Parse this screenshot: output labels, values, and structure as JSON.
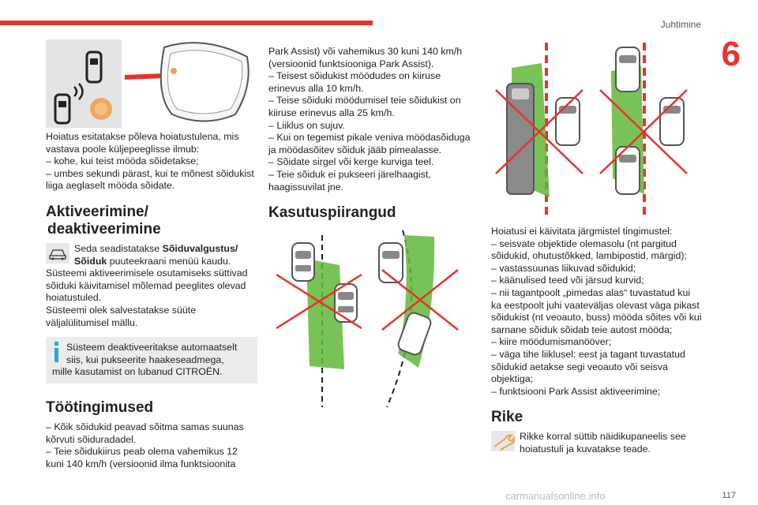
{
  "header": {
    "chapter_title": "Juhtimine",
    "chapter_number": "6"
  },
  "left": {
    "intro": [
      "Hoiatus esitatakse põleva hoiatustulena, mis",
      "vastava poole küljepeeglisse ilmub:",
      "– kohe, kui teist mööda sõidetakse;",
      "– umbes sekundi pärast, kui te mõnest sõidukist",
      "liiga aeglaselt mööda sõidate."
    ],
    "heading_activation_1": "Aktiveerimine/",
    "heading_activation_2": "deaktiveerimine",
    "setting_pre": "Seda seadistatakse ",
    "setting_bold_1": "Sõiduvalgustus/",
    "setting_bold_2": "Sõiduk",
    "setting_post": " puuteekraani menüü kaudu.",
    "activation_text": [
      "Süsteemi aktiveerimisele osutamiseks süttivad",
      "sõiduki käivitamisel mõlemad peeglites olevad",
      "hoiatustuled.",
      "Süsteemi olek salvestatakse süüte",
      "väljalülitumisel mällu."
    ],
    "info_text": [
      "Süsteem deaktiveeritakse automaatselt",
      "siis, kui pukseerite haakeseadmega,",
      "mille kasutamist on lubanud CITROËN."
    ],
    "heading_conditions": "Töötingimused",
    "conditions_text": [
      "– Kõik sõidukid peavad sõitma samas suunas",
      "kõrvuti sõiduradadel.",
      "– Teie sõidukiirus peab olema vahemikus 12",
      "kuni 140 km/h (versioonid ilma funktsioonita"
    ]
  },
  "middle": {
    "text": [
      "Park Assist) või vahemikus 30 kuni 140 km/h",
      "(versioonid funktsiooniga Park Assist).",
      "– Teisest sõidukist möödudes on kiiruse",
      "erinevus alla 10 km/h.",
      "– Teise sõiduki möödumisel teie sõidukist on",
      "kiiruse erinevus alla 25 km/h.",
      "– Liiklus on sujuv.",
      "– Kui on tegemist pikale veniva möödasõiduga",
      "ja möödasõitev sõiduk jääb pimealasse.",
      "– Sõidate sirgel või kerge kurviga teel.",
      "– Teie sõiduk ei pukseeri järelhaagist,",
      "haagissuvilat jne."
    ],
    "heading_limits": "Kasutuspiirangud"
  },
  "right": {
    "text": [
      "Hoiatusi ei käivitata järgmistel tingimustel:",
      "– seisvate objektide olemasolu (nt pargitud",
      "sõidukid, ohutustõkked, lambipostid, märgid);",
      "– vastassuunas liikuvad sõidukid;",
      "– käänulised teed või järsud kurvid;",
      "– nii tagantpoolt „pimedas alas“ tuvastatud kui",
      "ka eestpoolt juhi vaateväljas olevast väga pikast",
      "sõidukist (nt veoauto, buss) mööda sõites või kui",
      "sarnane sõiduk sõidab teie autost mööda;",
      "– kiire möödumismanööver;",
      "– väga tihe liiklusel: eest ja tagant tuvastatud",
      "sõidukid aetakse segi veoauto või seisva",
      "objektiga;",
      "– funktsiooni Park Assist aktiveerimine;"
    ],
    "heading_fault": "Rike",
    "fault_text": [
      "Rikke korral süttib näidikupaneelis see",
      "hoiatustuli ja kuvatakse teade."
    ]
  },
  "footer": {
    "page_number": "117",
    "watermark": "carmanualsonline.info"
  },
  "colors": {
    "accent": "#e8332c",
    "zone_green": "#5fb83a",
    "car_grey": "#7a7a7a",
    "info_blue": "#2aa3dc",
    "mirror_orange": "#f0a050"
  }
}
